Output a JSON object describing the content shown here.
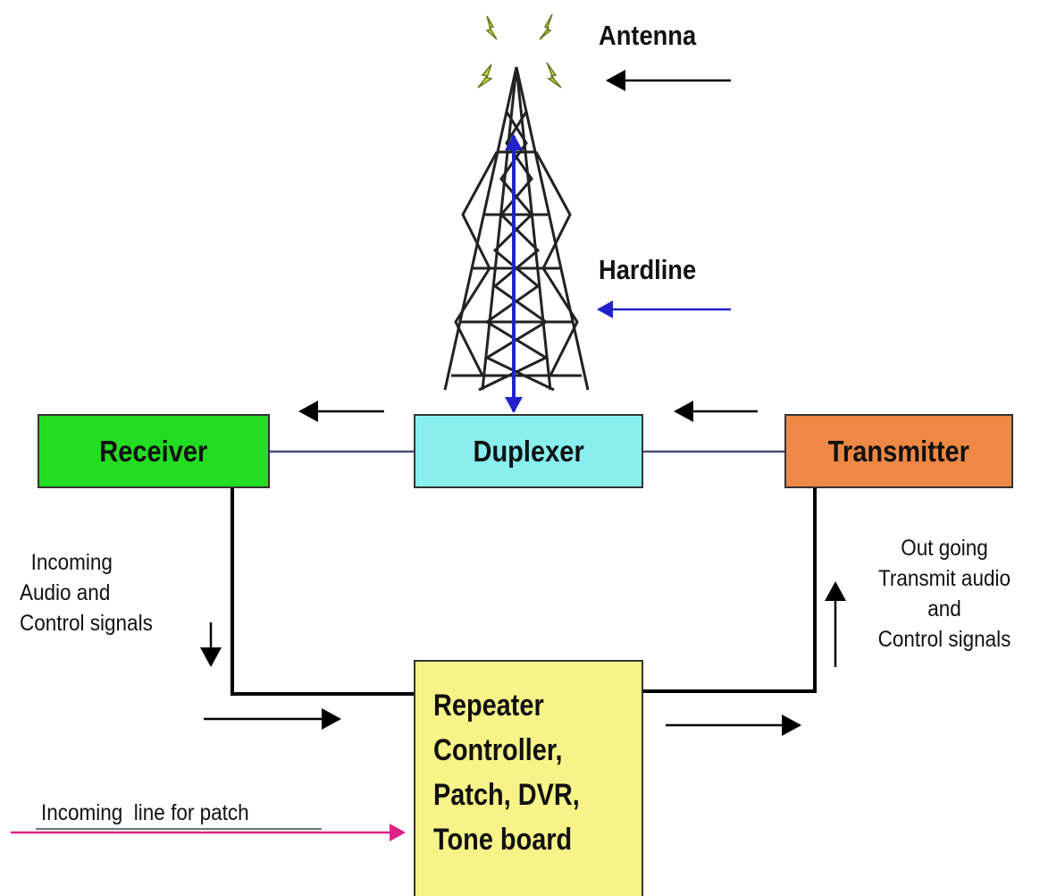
{
  "labels": {
    "antenna": "Antenna",
    "hardline": "Hardline",
    "incoming_line_1": "Incoming",
    "incoming_line_2": "Audio and",
    "incoming_line_3": "Control signals",
    "outgoing_line_1": "Out going",
    "outgoing_line_2": "Transmit audio",
    "outgoing_line_3": "and",
    "outgoing_line_4": "Control signals",
    "patch_line": "Incoming  line for patch"
  },
  "boxes": {
    "receiver": "Receiver",
    "duplexer": "Duplexer",
    "transmitter": "Transmitter",
    "controller_line_1": "Repeater",
    "controller_line_2": "Controller,",
    "controller_line_3": "Patch, DVR,",
    "controller_line_4": "Tone board"
  },
  "colors": {
    "receiver": "#22dd22",
    "duplexer": "#88eeee",
    "transmitter": "#ee8844",
    "controller": "#f8f388",
    "hardline": "#2222cc",
    "patch_line": "#dd2288",
    "connector": "#4a4a7a",
    "tower": "#222222"
  }
}
